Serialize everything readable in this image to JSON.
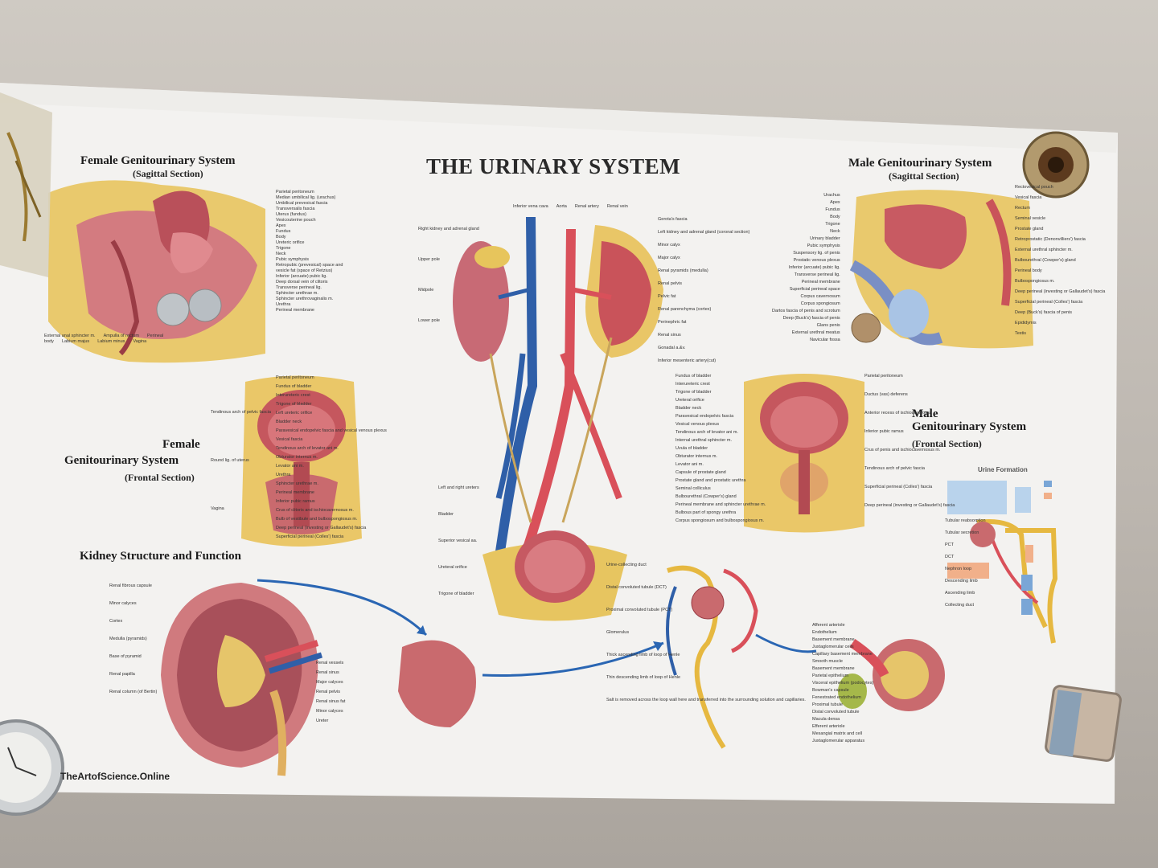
{
  "title": "THE URINARY SYSTEM",
  "brand": "TheArtofScience.Online",
  "sections": {
    "female_sagittal": {
      "title": "Female Genitourinary System",
      "subtitle": "(Sagittal  Section)"
    },
    "female_frontal": {
      "title_line1": "Female",
      "title_line2": "Genitourinary System",
      "subtitle": "(Frontal Section)"
    },
    "male_sagittal": {
      "title": "Male Genitourinary System",
      "subtitle": "(Sagittal  Section)"
    },
    "male_frontal": {
      "title_line1": "Male",
      "title_line2": "Genitourinary System",
      "subtitle": "(Frontal Section)"
    },
    "kidney": {
      "title": "Kidney Structure and Function"
    },
    "urine_formation": {
      "title": "Urine Formation"
    }
  },
  "labels": {
    "female_sagittal_right": [
      "Parietal peritoneum",
      "Median umbilical lig. (urachus)",
      "Umbilical prevesical fascia",
      "Transversalis fascia",
      "Uterus (fundus)",
      "Vesicouterine pouch",
      "Apex",
      "Fundus",
      "Body",
      "Ureteric orifice",
      "Trigone",
      "Neck",
      "Pubic symphysis",
      "Retropubic (prevesical) space and",
      "vesicle fat (space of Retzius)",
      "Inferior (arcuate) pubic lig.",
      "Deep dorsal vein of clitoris",
      "Transverse perineal lig.",
      "Sphincter urethrae m.",
      "Sphincter urethrovaginalis m.",
      "Urethra",
      "Perineal membrane"
    ],
    "female_sagittal_bottom": [
      "External anal sphincter m.",
      "Ampulla of rectum",
      "Perineal body",
      "Labium majus",
      "Labium minus",
      "Vagina"
    ],
    "kidney_center_left": [
      "Right kidney and adrenal gland",
      "Upper pole",
      "Midpole",
      "Lower pole"
    ],
    "kidney_center_top": [
      "Inferior vena cava",
      "Aorta",
      "Renal artery",
      "Renal vein"
    ],
    "kidney_center_right": [
      "Gerota's fascia",
      "Left kidney and adrenal gland (coronal section)",
      "Minor calyx",
      "Major calyx",
      "Renal pyramids (medulla)",
      "Renal pelvis",
      "Pelvic fat",
      "Renal parenchyma (cortex)",
      "Perinephric fat",
      "Renal sinus",
      "Gonadal a.&v.",
      "Inferior mesenteric artery(cut)"
    ],
    "ureters": [
      "Left and right ureters",
      "Bladder",
      "Superior vesical aa.",
      "Ureteral orifice",
      "Trigone of bladder"
    ],
    "male_sagittal_left": [
      "Urachus",
      "Apex",
      "Fundus",
      "Body",
      "Trigone",
      "Neck",
      "Urinary bladder",
      "Pubic symphysis",
      "Suspensory lig. of penis",
      "Prostatic venous plexus",
      "Inferior (arcuate) pubic lig.",
      "Transverse perineal lig.",
      "Perineal membrane",
      "Superficial perineal space",
      "Corpus cavernosum",
      "Corpus spongiosum",
      "Dartos fascia of penis and scrotum",
      "Deep (Buck's) fascia of penis",
      "Glans penis",
      "External urethral meatus",
      "Navicular fossa"
    ],
    "male_sagittal_right": [
      "Rectovesical pouch",
      "Vesical fascia",
      "Rectum",
      "Seminal vesicle",
      "Prostate gland",
      "Retroprostatic (Denonvilliers') fascia",
      "External urethral sphincter m.",
      "Bulbourethral (Cowper's) gland",
      "Perineal body",
      "Bulbospongiosus m.",
      "Deep perineal (investing or Gallaudet's) fascia",
      "Superficial perineal (Colles') fascia",
      "Deep (Buck's) fascia of penis",
      "Epididymis",
      "Testis"
    ],
    "female_frontal_left": [
      "Tendinous arch of pelvic fascia",
      "Round lig. of uterus",
      "Vagina"
    ],
    "female_frontal_right": [
      "Parietal peritoneum",
      "Fundus of bladder",
      "Interureteric crest",
      "Trigone of bladder",
      "Left ureteric orifice",
      "Bladder neck",
      "Paravesical endopelvic fascia and vesical venous plexus",
      "Vesical fascia",
      "Tendinous arch of levator ani m.",
      "Obturator internus m.",
      "Levator ani m.",
      "Urethra",
      "Sphincter urethrae m.",
      "Perineal membrane",
      "Inferior pubic ramus",
      "Crus of clitoris and ischiocavernosus m.",
      "Bulb of vestibule and bulbospongiosus m.",
      "Deep perineal (investing or Gallaudet's) fascia",
      "Superficial perineal (Colles') fascia"
    ],
    "male_frontal_left": [
      "Fundus of bladder",
      "Interureteric crest",
      "Trigone of bladder",
      "Ureteral orifice",
      "Bladder neck",
      "Paravesical endopelvic fascia",
      "Vesical venous plexus",
      "Tendinous arch of levator ani m.",
      "Internal urethral sphincter m.",
      "Uvula of bladder",
      "Obturator internus m.",
      "Levator ani m.",
      "Capsule of prostate gland",
      "Prostate gland and prostatic urethra",
      "Seminal colliculus",
      "Bulbourethral (Cowper's) gland",
      "Perineal membrane and sphincter urethrae m.",
      "Bulbous part of spongy urethra",
      "Corpus spongiosum and bulbospongiosus m."
    ],
    "male_frontal_right": [
      "Parietal peritoneum",
      "Ductus (vas) deferens",
      "Anterior recess of ischioanal fossa",
      "Inferior pubic ramus",
      "Crus of penis and ischiocavernosus m.",
      "Tendinous arch of pelvic fascia",
      "Superficial perineal (Colles') fascia",
      "Deep perineal (investing or Gallaudet's) fascia"
    ],
    "kidney_structure_left": [
      "Renal fibrous capsule",
      "Minor calyces",
      "Cortex",
      "Medulla (pyramids)",
      "Base of pyramid",
      "Renal papilla",
      "Renal column (of Bertin)"
    ],
    "kidney_structure_right": [
      "Renal vessels",
      "Renal sinus",
      "Major calyces",
      "Renal pelvis",
      "Renal sinus fat",
      "Minor calyces",
      "Ureter"
    ],
    "nephron": [
      "Urine-collecting duct",
      "Distal convoluted tubule (DCT)",
      "Proximal convoluted tubule (PCT)",
      "Glomerulus",
      "Thick ascending limb of loop of Henle",
      "Thin descending limb of loop of Henle",
      "Salt is removed across the loop wall here and transferred into the surrounding solution and capillaries."
    ],
    "glomerulus": [
      "Afferent arteriole",
      "Endothelium",
      "Basement membrane",
      "Juxtaglomerular cells",
      "Capillary basement membrane",
      "Smooth muscle",
      "Basement membrane",
      "Parietal epithelium",
      "Visceral epithelium (podocytes)",
      "Bowman's capsule",
      "Fenestrated endothelium",
      "Proximal tubule",
      "Distal convoluted tubule",
      "Macula densa",
      "Efferent arteriole",
      "Mesangial matrix and cell",
      "Juxtaglomerular apparatus"
    ],
    "urine_formation_labels": [
      "Tubular reabsorption",
      "Tubular secretion",
      "PCT",
      "DCT",
      "Nephron loop",
      "Descending limb",
      "Ascending limb",
      "Collecting duct"
    ]
  },
  "colors": {
    "poster": "#f4f3f1",
    "artery": "#d9505a",
    "vein": "#2f5fa8",
    "ureter": "#c9a55b",
    "tissue": "#c96a6e",
    "fat": "#e6c25a",
    "arrow": "#2a66b3"
  }
}
